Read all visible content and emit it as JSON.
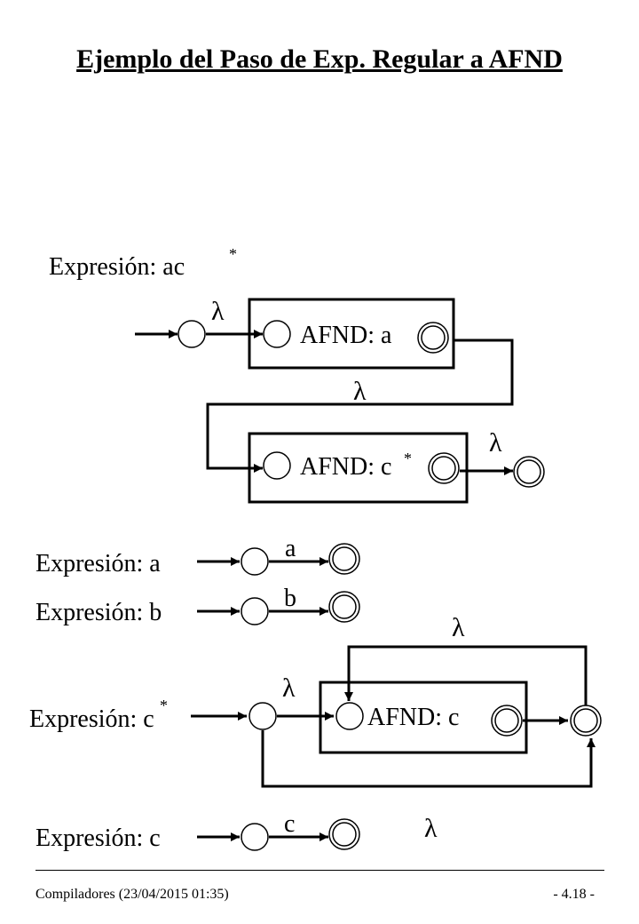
{
  "title": "Ejemplo del Paso de Exp. Regular a AFND",
  "lambda": "λ",
  "star": "*",
  "sections": {
    "ac_star": {
      "expression": "Expresión: ac",
      "box_a": "AFND: a",
      "box_c": "AFND: c"
    },
    "a": {
      "expression": "Expresión: a",
      "symbol": "a"
    },
    "b": {
      "expression": "Expresión: b",
      "symbol": "b"
    },
    "c_star": {
      "expression": "Expresión: c",
      "box": "AFND: c"
    },
    "c": {
      "expression": "Expresión: c",
      "symbol": "c"
    }
  },
  "footer": {
    "left": "Compiladores (23/04/2015  01:35)",
    "right": "- 4.18 -"
  }
}
